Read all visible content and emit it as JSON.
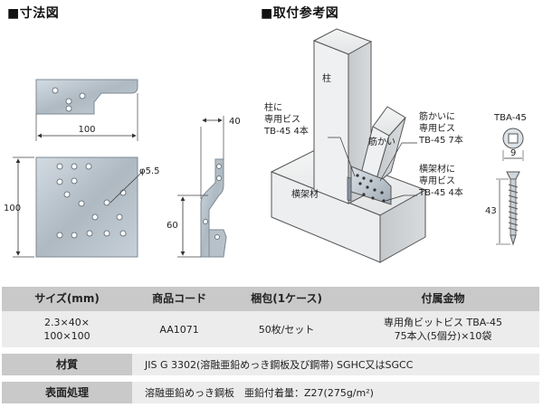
{
  "sections": {
    "dimensions_title": "■寸法図",
    "install_title": "■取付参考図"
  },
  "dimension_drawing": {
    "dim_100_top": "100",
    "dim_100_side": "100",
    "dim_hole": "φ5.5",
    "dim_40": "40",
    "dim_60": "60"
  },
  "install_drawing": {
    "pillar_label": "柱",
    "brace_label": "筋かい",
    "beam_label": "横架材",
    "callout_pillar": [
      "柱に",
      "専用ビス",
      "TB-45 4本"
    ],
    "callout_brace": [
      "筋かいに",
      "専用ビス",
      "TB-45 7本"
    ],
    "callout_beam": [
      "横架材に",
      "専用ビス",
      "TB-45 4本"
    ],
    "screw_name": "TBA-45",
    "screw_head_dim": "9",
    "screw_len_dim": "43"
  },
  "spec_table": {
    "headers": [
      "サイズ(mm)",
      "商品コード",
      "梱包(1ケース)",
      "付属金物"
    ],
    "size_lines": [
      "2.3×40×",
      "100×100"
    ],
    "code": "AA1071",
    "packing": "50枚/セット",
    "accessory_lines": [
      "専用角ビットビス TBA-45",
      "75本入(5個分)×10袋"
    ],
    "material_label": "材質",
    "material_value": "JIS G 3302(溶融亜鉛めっき鋼板及び鋼帯) SGHC又はSGCC",
    "surface_label": "表面処理",
    "surface_value": "溶融亜鉛めっき鋼板　亜鉛付着量：Z27(275g/m²)"
  }
}
